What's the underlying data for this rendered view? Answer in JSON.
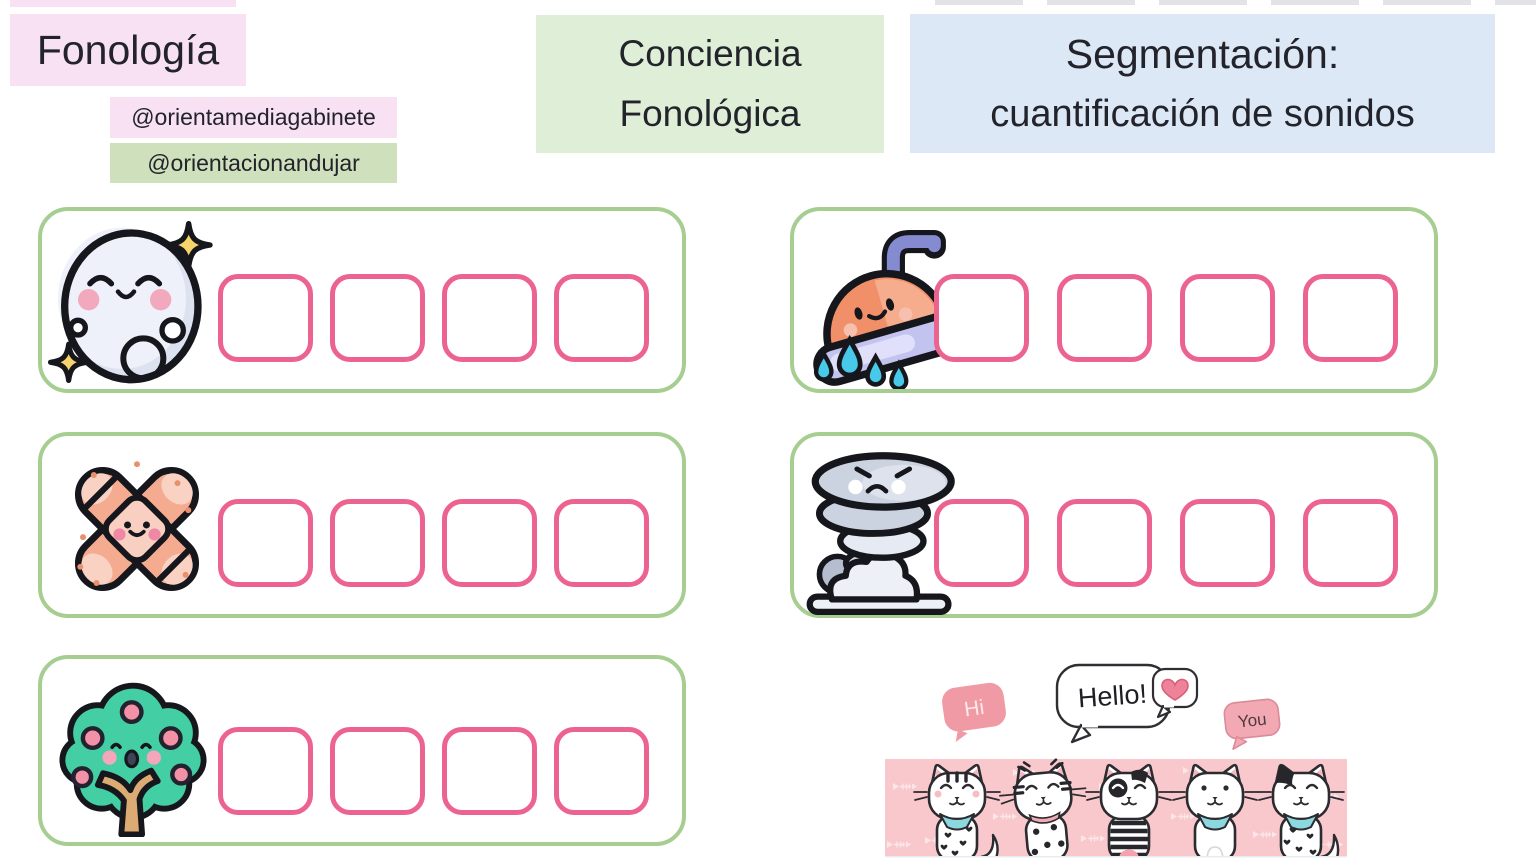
{
  "header": {
    "title": "Fonología",
    "handle_pink": "@orientamediagabinete",
    "handle_green": "@orientacionandujar",
    "topic_line1": "Conciencia",
    "topic_line2": "Fonológica",
    "activity_line1": "Segmentación:",
    "activity_line2": "cuantificación de sonidos"
  },
  "worksheet": {
    "rows": [
      {
        "icon": "moon-icon",
        "box_count": 4
      },
      {
        "icon": "shower-icon",
        "box_count": 4
      },
      {
        "icon": "bandage-icon",
        "box_count": 4
      },
      {
        "icon": "tornado-icon",
        "box_count": 4
      },
      {
        "icon": "apple-tree-icon",
        "box_count": 4
      }
    ],
    "total_answer_boxes": 20
  },
  "banner": {
    "bubble_hi": "Hi",
    "bubble_hello": "Hello!",
    "bubble_heart": "heart-icon",
    "bubble_you": "You",
    "cat_count": 5
  },
  "colors": {
    "title_bg": "#f9e1f4",
    "handle_pink_bg": "#f9e1f4",
    "handle_green_bg": "#cfe1bc",
    "topic_bg": "#dfeed6",
    "activity_bg": "#dce8f5",
    "text": "#22232b",
    "card_border": "#a6ce90",
    "answer_box_border": "#ed6390",
    "banner_band": "#f8c8cc",
    "bubble_pink": "#f09aa5",
    "bandana_teal": "#8bd8df",
    "moon_body": "#eef1f9",
    "star_yellow": "#f6d46b",
    "shower_coral": "#f08f68",
    "shower_plate": "#c3c3ef",
    "drop_blue": "#49c9e9",
    "bandage_salmon": "#f5ab90",
    "tornado_gray": "#ccd3e0",
    "tree_green": "#43cfa3",
    "trunk_tan": "#dcab74",
    "apple_pink": "#f392a7"
  }
}
